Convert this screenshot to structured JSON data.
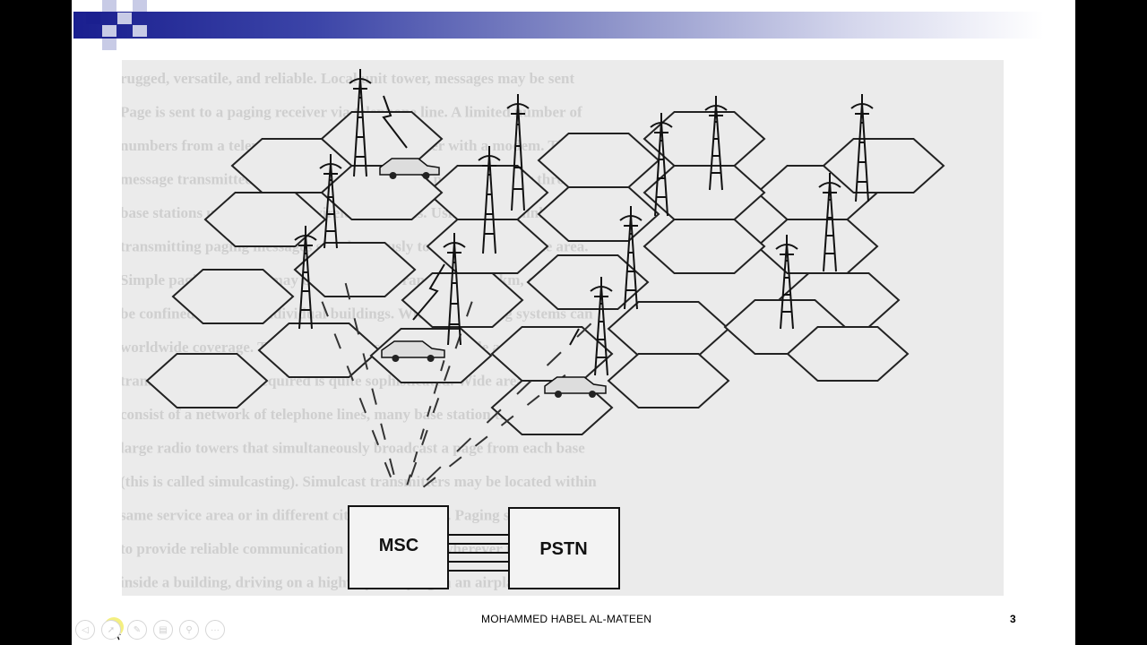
{
  "diagram": {
    "msc_label": "MSC",
    "pstn_label": "PSTN",
    "scan_lines": [
      "rugged, versatile, and reliable. Local unit tower, messages may be sent",
      "Page is sent to a paging receiver via telephone line. A limited number of",
      "numbers from a telephone number, or a computer with a modem. The",
      "message transmitted as alphanumeric or sent to paging receiver through",
      "base stations using dedicated wireless channels. Using a radio link",
      "transmitting paging messages simultaneously to all receivers in the area.",
      "Simple paging systems may cover a limited range of 2 to 5 km, or may",
      "be confined to within individual buildings. Wide area paging systems can",
      "worldwide coverage. Though paging receivers are simple and inexpensive,",
      "transmission system required is quite sophisticated. Wide area paging",
      "consist of a network of telephone lines, many base station transmitters,",
      "large radio towers that simultaneously broadcast a page from each base",
      "(this is called simulcasting). Simulcast transmitters may be located within",
      "same service area or in different cities or countries. Paging systems are de",
      "to provide reliable communication to subscribers wherever they are, w",
      "inside a building, driving on a highway, or flying in an airplane. This ne"
    ]
  },
  "footer": {
    "author": "MOHAMMED HABEL AL-MATEEN",
    "page_number": "3"
  },
  "nav_icons": [
    "back-icon",
    "pointer-icon",
    "pen-icon",
    "slides-icon",
    "zoom-icon",
    "more-icon"
  ],
  "colors": {
    "header_dark": "#1a1f8f",
    "header_light": "#d4d6ec",
    "diagram_bg": "#ebebeb",
    "cursor_highlight": "#f2ec6a"
  }
}
